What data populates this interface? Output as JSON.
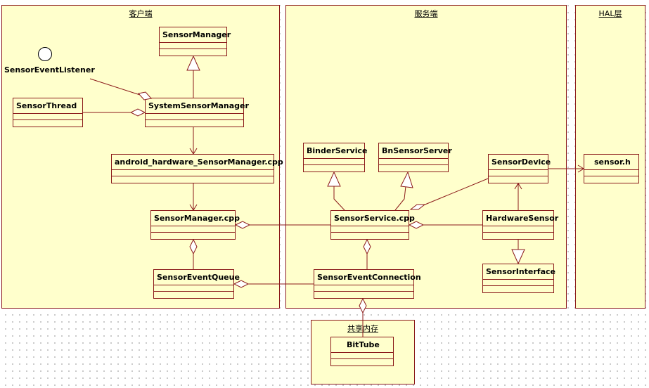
{
  "packages": {
    "client": "客户端",
    "server": "服务端",
    "hal": "HAL层",
    "shared_memory": "共享内存"
  },
  "interface": {
    "sensor_event_listener": "SensorEventListener"
  },
  "classes": {
    "sensor_manager": "SensorManager",
    "system_sensor_manager": "SystemSensorManager",
    "sensor_thread": "SensorThread",
    "android_hardware_sensor_manager_cpp": "android_hardware_SensorManager.cpp",
    "sensor_manager_cpp": "SensorManager.cpp",
    "sensor_event_queue": "SensorEventQueue",
    "binder_service": "BinderService",
    "bn_sensor_server": "BnSensorServer",
    "sensor_device": "SensorDevice",
    "sensor_service_cpp": "SensorService.cpp",
    "hardware_sensor": "HardwareSensor",
    "sensor_event_connection": "SensorEventConnection",
    "sensor_interface": "SensorInterface",
    "sensor_h": "sensor.h",
    "bit_tube": "BitTube"
  },
  "colors": {
    "package_fill": "#ffffcc",
    "outline": "#8b1a1a",
    "background": "#ffffff"
  }
}
